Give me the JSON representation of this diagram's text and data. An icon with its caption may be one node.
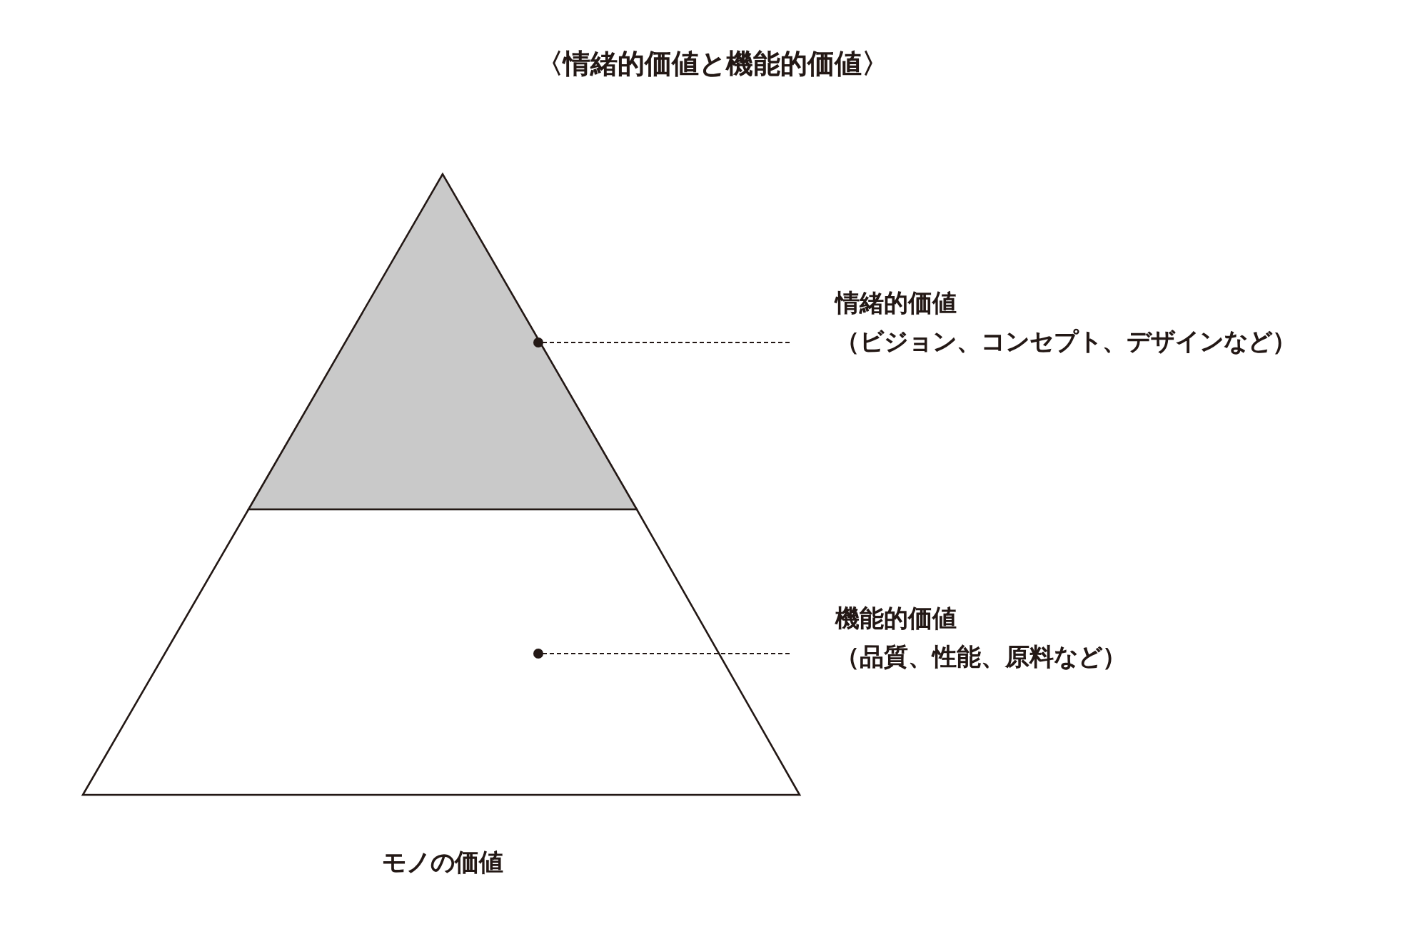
{
  "diagram": {
    "title": "〈情緒的価値と機能的価値〉",
    "caption": "モノの価値",
    "nodes": [
      {
        "text": [],
        "shape": "triangle"
      },
      {
        "text": [],
        "shape": "trapezoid"
      },
      {
        "text": [
          "情緒的価値",
          "（ビジョン、コンセプト、デザインなど）"
        ]
      },
      {
        "text": [
          "機能的価値",
          "（品質、性能、原料など）"
        ]
      }
    ],
    "edges": [
      {
        "from": 2,
        "to": 0,
        "arrow": "other",
        "style": "dashed"
      },
      {
        "from": 3,
        "to": 1,
        "arrow": "other",
        "style": "dashed"
      }
    ]
  }
}
